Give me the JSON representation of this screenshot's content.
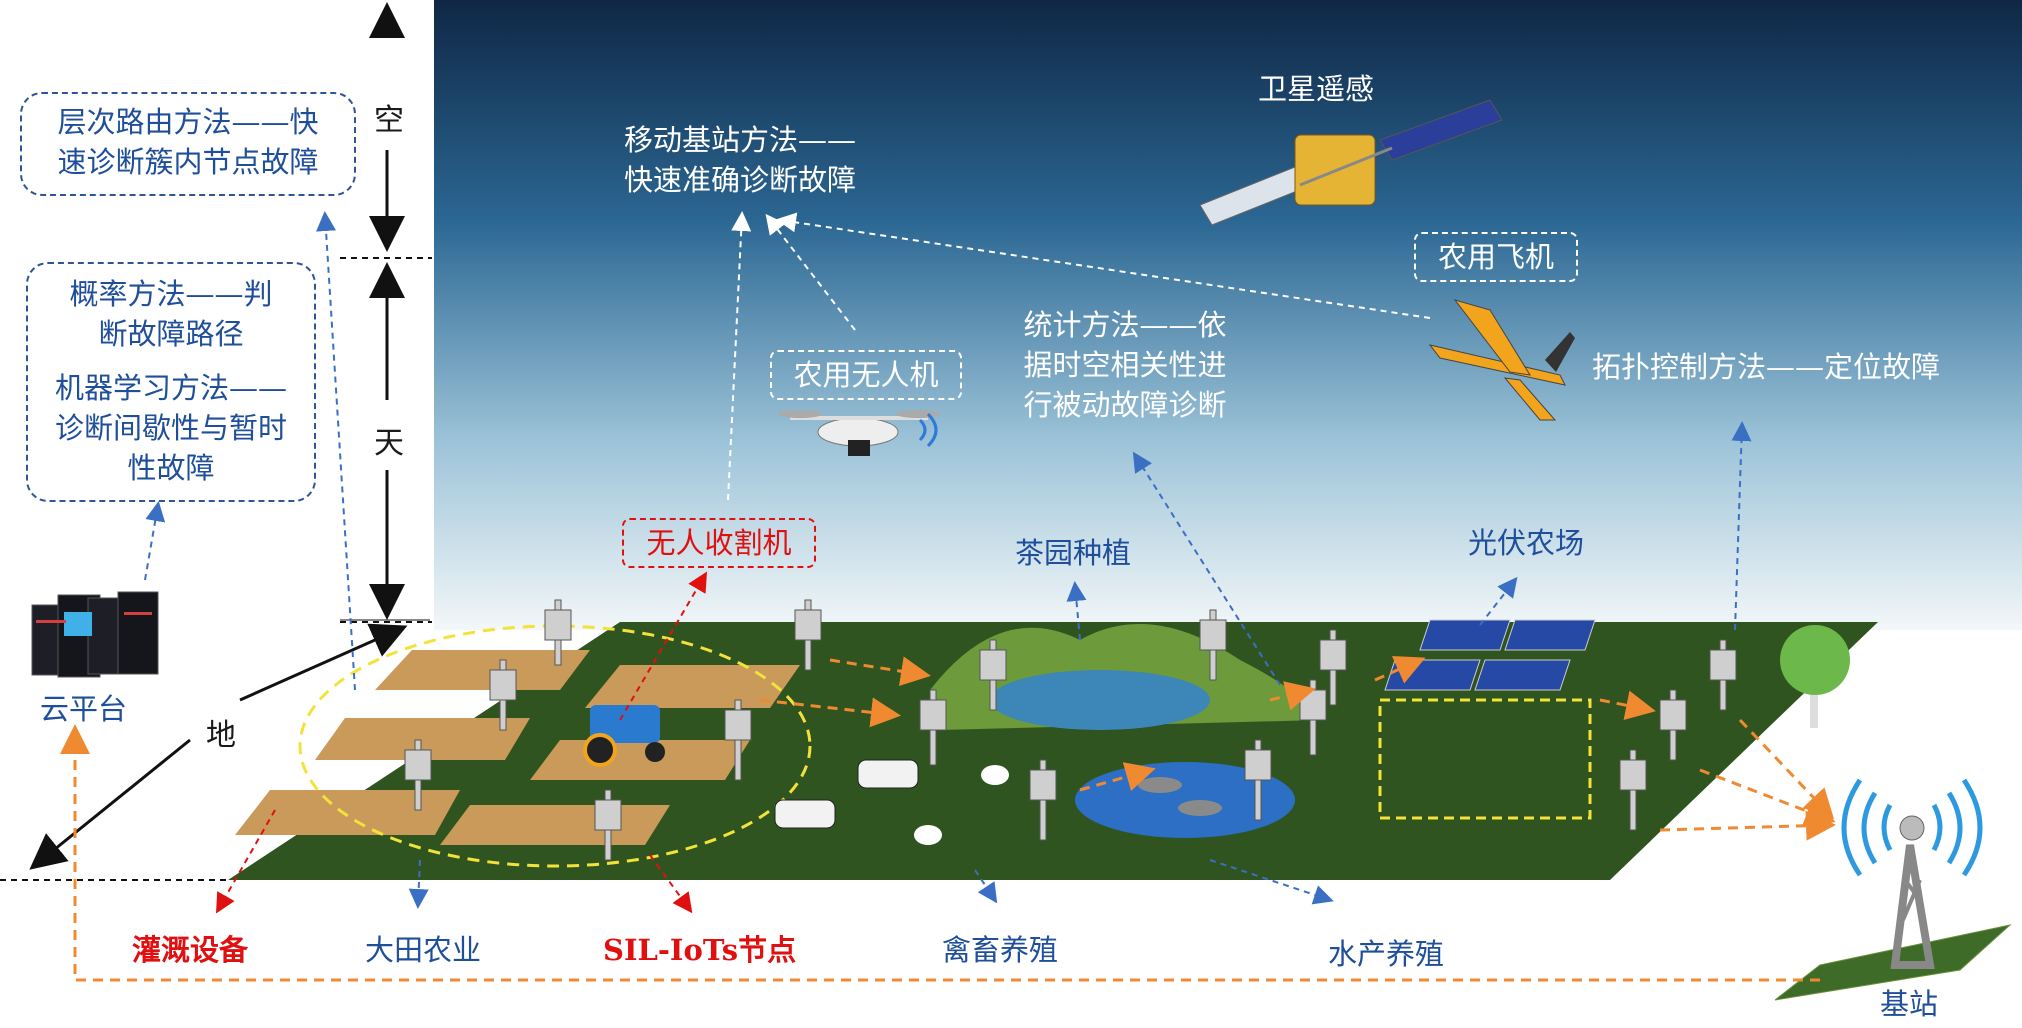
{
  "levels": {
    "sky_space": "空",
    "sky_air": "天",
    "ground": "地"
  },
  "left_panel": {
    "hierarchical": [
      "层次路由方法——快",
      "速诊断簇内节点故障"
    ],
    "probability": [
      "概率方法——判",
      "断故障路径"
    ],
    "ml": [
      "机器学习方法——",
      "诊断间歇性与暂时",
      "性故障"
    ],
    "cloud": "云平台"
  },
  "sky": {
    "satellite": "卫星遥感",
    "mobile_bs": [
      "移动基站方法——",
      "快速准确诊断故障"
    ],
    "plane": "农用飞机",
    "drone": "农用无人机",
    "statistics": [
      "统计方法——依",
      "据时空相关性进",
      "行被动故障诊断"
    ],
    "topology": "拓扑控制方法——定位故障"
  },
  "field": {
    "harvester": "无人收割机",
    "tea": "茶园种植",
    "pv": "光伏农场"
  },
  "bottom": {
    "irrigation": "灌溉设备",
    "field_agri": "大田农业",
    "sil_node": "SIL-IoTs节点",
    "livestock": "禽畜养殖",
    "aquaculture": "水产养殖",
    "base_station": "基站"
  },
  "colors": {
    "sky_top": "#112a4a",
    "sky_mid": "#2f6f9c",
    "sky_bottom": "#eef4f6",
    "ground": "#2d4f1e",
    "label_blue": "#1f4e9a",
    "label_red": "#e01010",
    "arrow_orange": "#f08a30",
    "arrow_blue": "#3a6fc4"
  }
}
